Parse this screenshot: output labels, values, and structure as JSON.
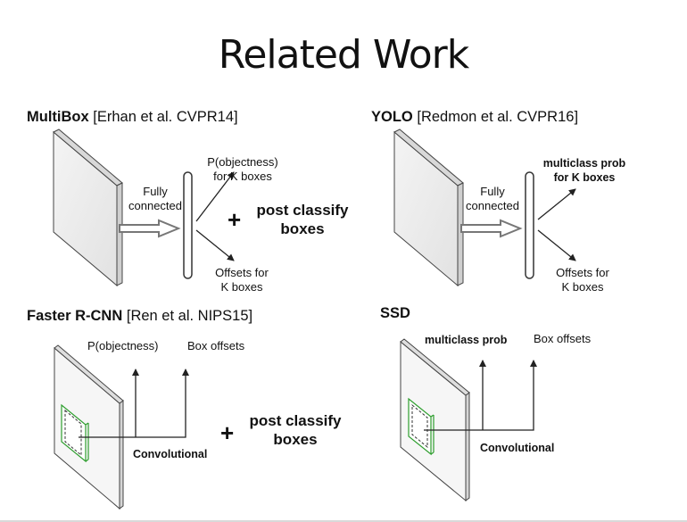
{
  "title": "Related Work",
  "multibox": {
    "name": "MultiBox",
    "citation": "[Erhan et al. CVPR14]",
    "fully_connected": [
      "Fully",
      "connected"
    ],
    "objectness": [
      "P(objectness)",
      "for K boxes"
    ],
    "offsets": [
      "Offsets for",
      "K boxes"
    ],
    "plus": "+",
    "post": [
      "post classify",
      "boxes"
    ]
  },
  "yolo": {
    "name": "YOLO",
    "citation": "[Redmon et al. CVPR16]",
    "fully_connected": [
      "Fully",
      "connected"
    ],
    "multiclass": [
      "multiclass prob",
      "for K boxes"
    ],
    "offsets": [
      "Offsets for",
      "K boxes"
    ]
  },
  "faster_rcnn": {
    "name": "Faster R-CNN",
    "citation": "[Ren et al. NIPS15]",
    "objectness": "P(objectness)",
    "box_offsets": "Box offsets",
    "convolutional": "Convolutional",
    "plus": "+",
    "post": [
      "post classify",
      "boxes"
    ]
  },
  "ssd": {
    "name": "SSD",
    "multiclass": "multiclass prob",
    "box_offsets": "Box offsets",
    "convolutional": "Convolutional"
  },
  "colors": {
    "feature_map_outline": "#444444",
    "anchor_box": "#2e9e2e",
    "arrow": "#222222"
  }
}
